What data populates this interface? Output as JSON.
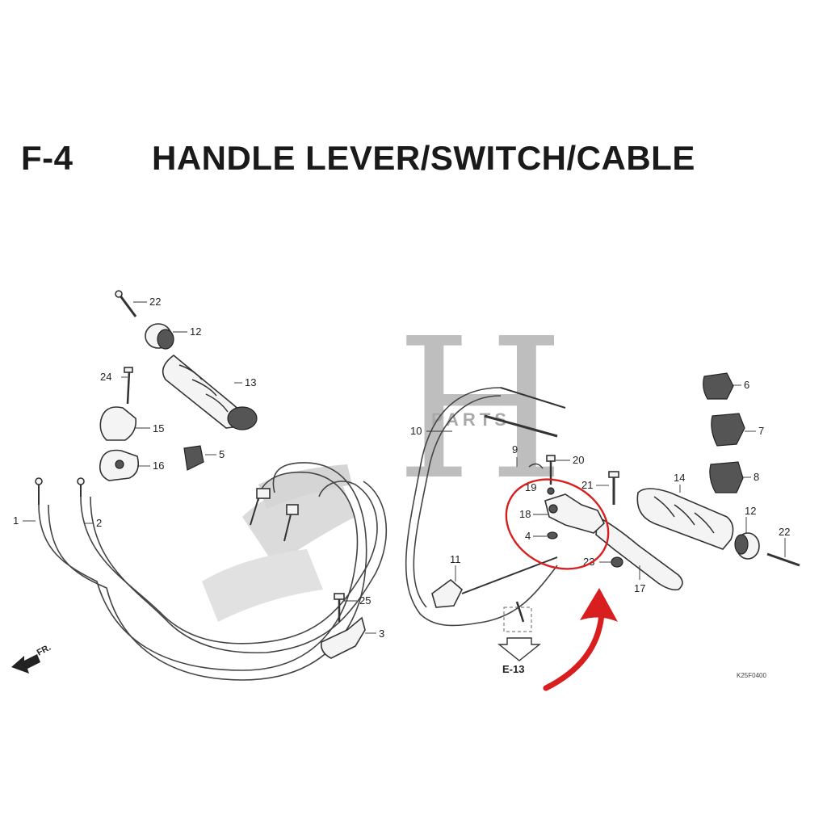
{
  "header": {
    "section_code": "F-4",
    "section_title": "HANDLE LEVER/SWITCH/CABLE"
  },
  "watermark": {
    "letter": "H",
    "subtext": "PARTS"
  },
  "callouts": {
    "p22a": "22",
    "p12a": "12",
    "p24": "24",
    "p13": "13",
    "p15": "15",
    "p16": "16",
    "p5": "5",
    "p1": "1",
    "p2": "2",
    "p25": "25",
    "p3": "3",
    "p10": "10",
    "p9": "9",
    "p20": "20",
    "p19": "19",
    "p18": "18",
    "p4": "4",
    "p21": "21",
    "p23": "23",
    "p17": "17",
    "p11": "11",
    "p14": "14",
    "p12b": "12",
    "p22b": "22",
    "p6": "6",
    "p7": "7",
    "p8": "8"
  },
  "reference": {
    "label": "E-13"
  },
  "direction": {
    "label": "FR."
  },
  "drawing_code": "K25F0400",
  "annotation_colors": {
    "highlight": "#d81e1e"
  }
}
